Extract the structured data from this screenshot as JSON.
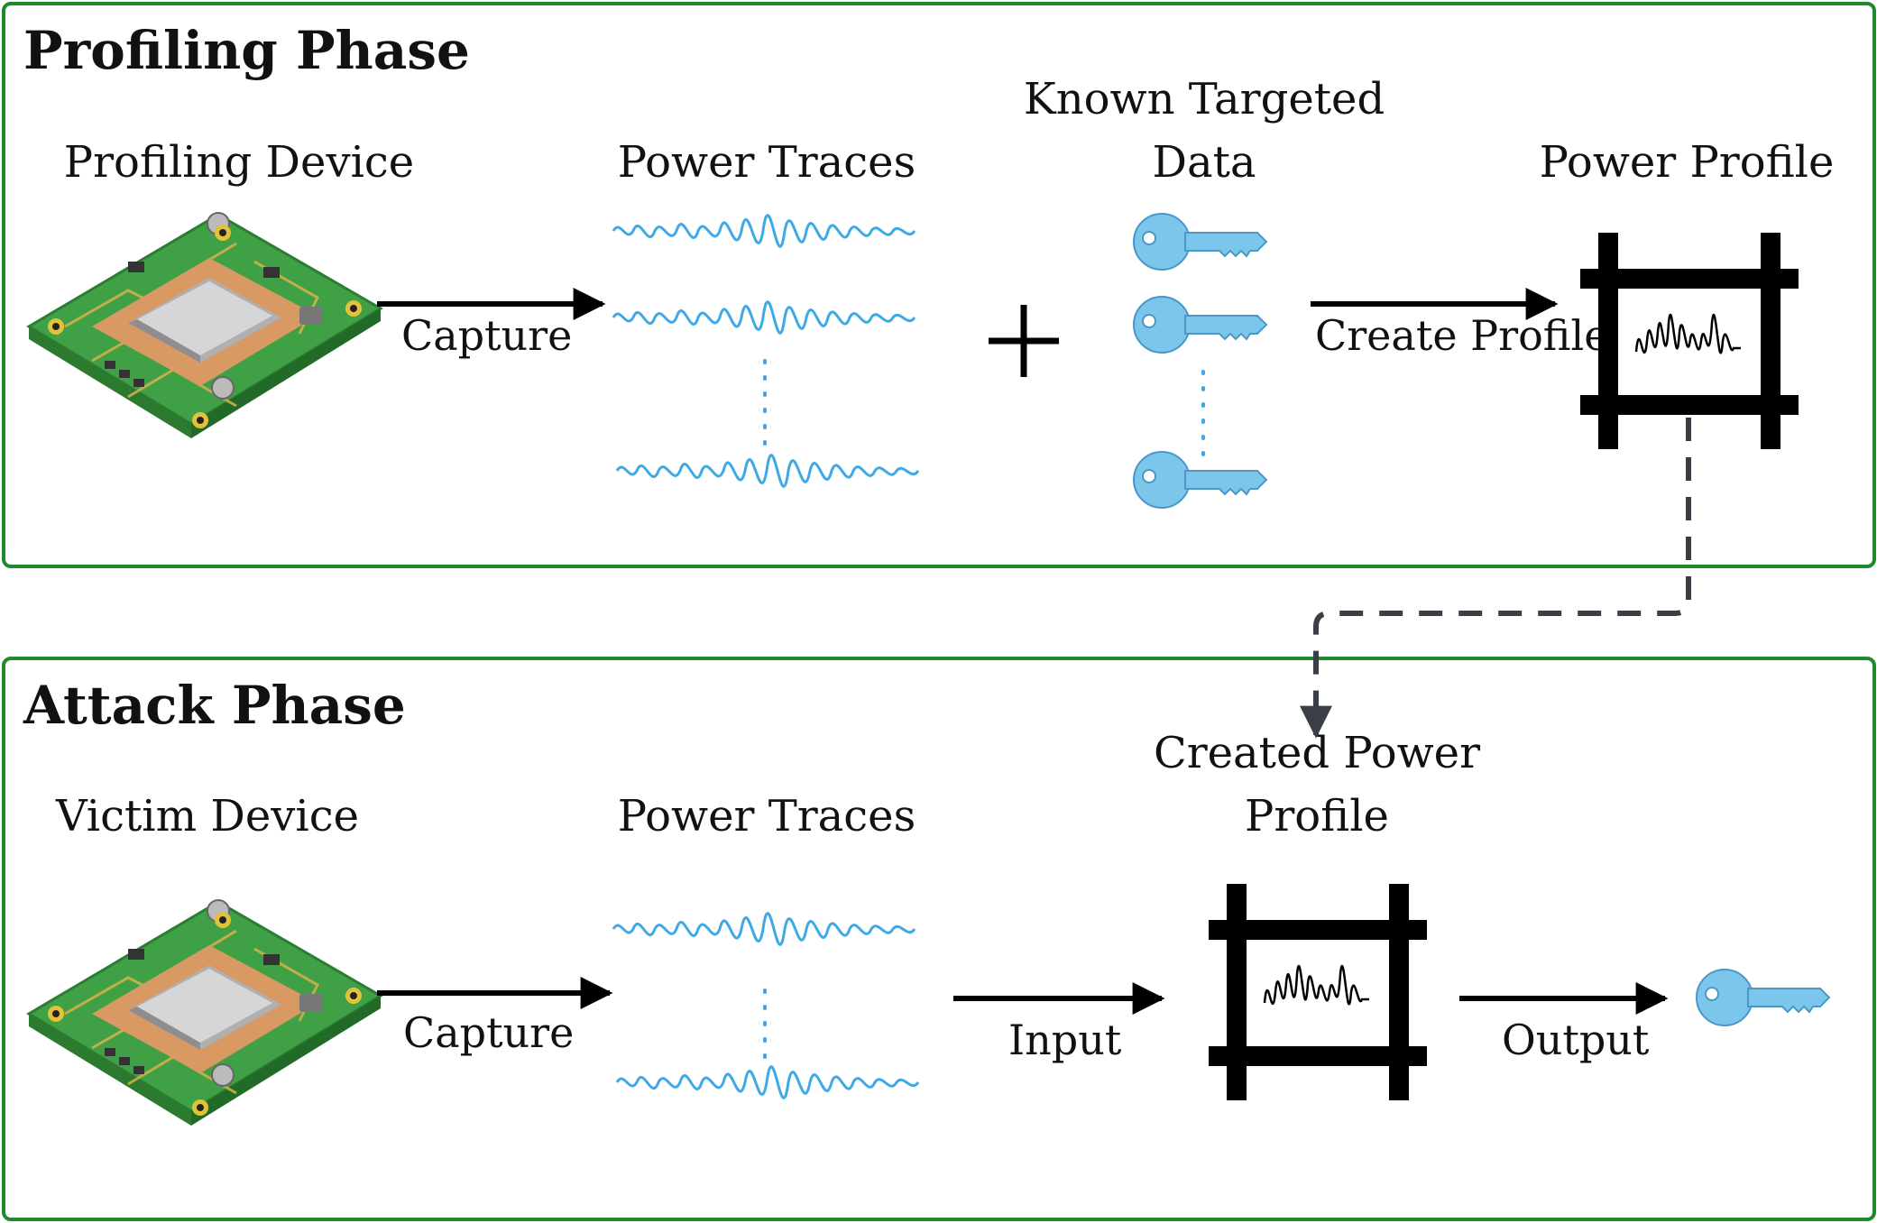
{
  "profiling": {
    "title": "Profiling Phase",
    "device_label": "Profiling Device",
    "traces_label": "Power Traces",
    "known_line1": "Known Targeted",
    "known_line2": "Data",
    "profile_label": "Power Profile",
    "capture_label": "Capture",
    "create_profile_label": "Create Profile"
  },
  "attack": {
    "title": "Attack Phase",
    "device_label": "Victim Device",
    "traces_label": "Power Traces",
    "created_line1": "Created Power",
    "created_line2": "Profile",
    "capture_label": "Capture",
    "input_label": "Input",
    "output_label": "Output"
  },
  "colors": {
    "panel_border": "#1f8a2c",
    "wave": "#3fa9e6",
    "key": "#7cc6ec",
    "dashed_connector": "#3a3f46"
  }
}
